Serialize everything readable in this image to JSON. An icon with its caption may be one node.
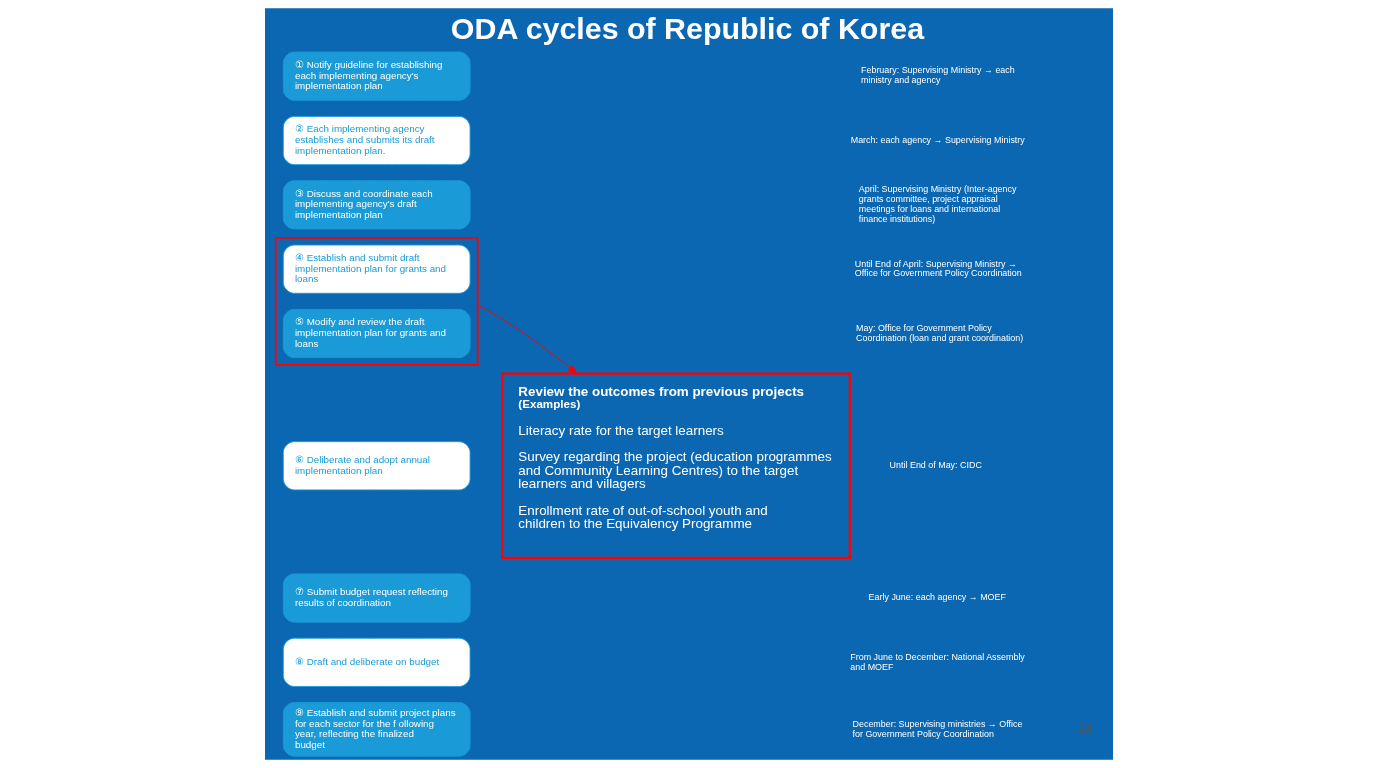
{
  "diagram": {
    "title": "ODA cycles of Republic of Korea",
    "nodes": [
      {
        "text": [
          "① Notify guideline for establishing each implementing agency's implementation plan"
        ]
      },
      {
        "text": [
          "② Each implementing agency establishes and submits its draft implementation plan."
        ]
      },
      {
        "text": [
          "③ Discuss and coordinate each implementing agency's draft implementation plan"
        ]
      },
      {
        "text": [],
        "shape": "box"
      },
      {
        "text": [
          "④ Establish and submit draft implementation plan for grants and loans"
        ],
        "in": 3
      },
      {
        "text": [
          "⑤ Modify and review the draft implementation plan for grants and loans"
        ],
        "in": 3
      },
      {
        "text": [
          "⑥ Deliberate and adopt annual implementation plan"
        ]
      },
      {
        "text": [
          "⑦ Submit budget request reflecting results of coordination"
        ]
      },
      {
        "text": [
          "⑧ Draft and deliberate on budget"
        ]
      },
      {
        "text": [
          "⑨ Establish and submit project plans for each sector for the f ollowing year, reflecting the finalized budget"
        ]
      },
      {
        "text": [
          "Review the outcomes from previous projects",
          "(Examples)",
          "Literacy rate for the target learners",
          "Survey regarding the project (education programmes and Community Learning Centres) to the target learners and villagers",
          "Enrollment rate of out-of-school youth and children to the Equivalency Programme"
        ]
      }
    ],
    "edges": [
      {
        "from": 3,
        "to": 10,
        "arrow": "to",
        "color": "#ff0000"
      }
    ],
    "labels": [
      "February: Supervising Ministry → each ministry and agency",
      "March: each agency → Supervising Ministry",
      "April: Supervising Ministry (Inter-agency grants committee, project appraisal meetings for loans and international finance institutions)",
      "Until End of April: Supervising Ministry → Office for Government Policy Coordination",
      "May: Office for Government Policy Coordination (loan and grant coordination)",
      "Until End of May: CIDC",
      "Early June: each agency → MOEF",
      "From June to December: National Assembly and MOEF",
      "December: Supervising ministries → Office for Government Policy Coordination",
      "24"
    ]
  }
}
